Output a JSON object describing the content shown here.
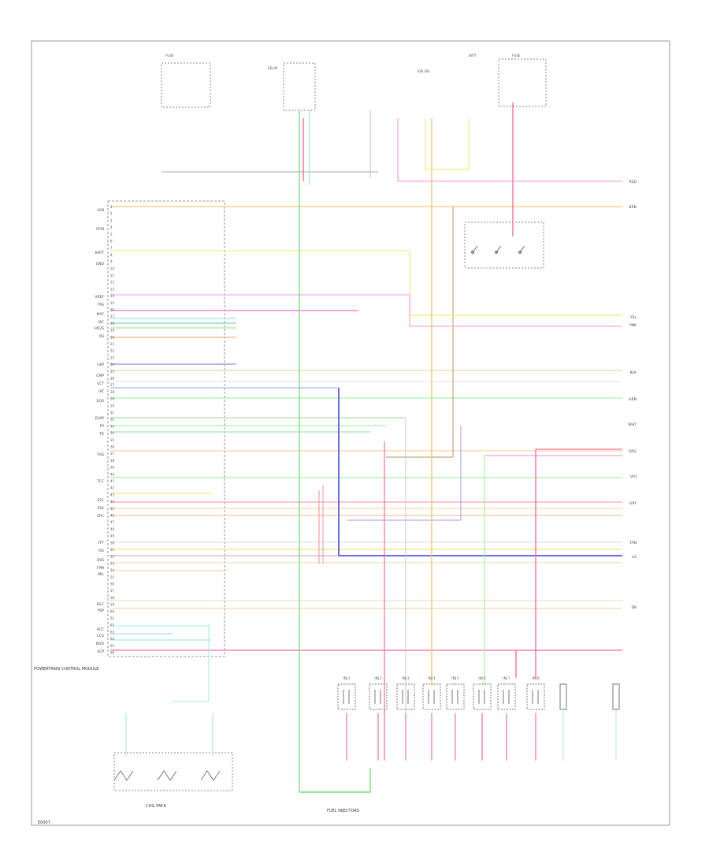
{
  "diagram": {
    "ref": "E0007",
    "pcm_label": "POWERTRAIN CONTROL MODULE",
    "left_labels": [
      "IGN",
      "PCM",
      "BATT",
      "GND",
      "VREF",
      "TPS",
      "MAF",
      "IAC",
      "HO2S",
      "KS",
      "CKP",
      "CMP",
      "ECT",
      "IAT",
      "EGR",
      "EVAP",
      "FP",
      "TR",
      "VSS",
      "TCC",
      "SS1",
      "SS2",
      "EPC",
      "TFT",
      "ISS",
      "OSS",
      "FPM",
      "MIL",
      "DLC",
      "PSP",
      "ACC",
      "CCS",
      "BOO",
      "SCP"
    ],
    "right_labels": [
      "RED",
      "BRN",
      "YEL",
      "PNK",
      "BLK",
      "GRN",
      "WHT",
      "ORG",
      "VIO",
      "GRY",
      "TAN",
      "LG",
      "DB"
    ],
    "bottom_left_caption": "COIL PACK",
    "bottom_center_caption": "FUEL INJECTORS",
    "injector_labels": [
      "INJ 1",
      "INJ 2",
      "INJ 3",
      "INJ 4",
      "INJ 5",
      "INJ 6",
      "INJ 7",
      "INJ 8"
    ],
    "top_labels": [
      "FUSE",
      "RELAY",
      "IGN SW",
      "BATT",
      "FUSE"
    ]
  }
}
